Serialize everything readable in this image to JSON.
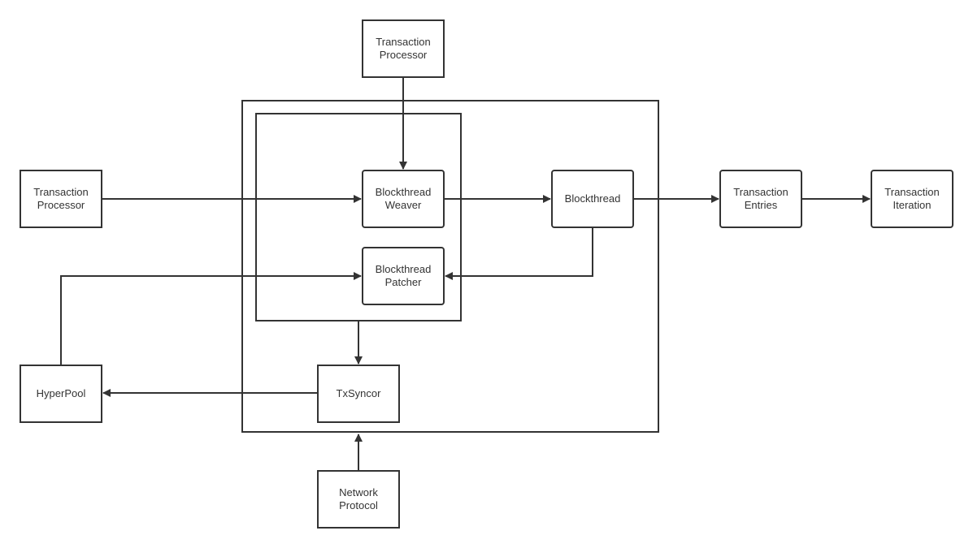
{
  "nodes": {
    "transaction_processor_top": "Transaction\nProcessor",
    "transaction_processor_left": "Transaction\nProcessor",
    "blockthread_weaver": "Blockthread\nWeaver",
    "blockthread_patcher": "Blockthread\nPatcher",
    "blockthread": "Blockthread",
    "transaction_entries": "Transaction\nEntries",
    "transaction_iteration": "Transaction\nIteration",
    "hyperpool": "HyperPool",
    "txsyncor": "TxSyncor",
    "network_protocol": "Network\nProtocol"
  },
  "colors": {
    "stroke": "#333333",
    "background": "#ffffff"
  }
}
